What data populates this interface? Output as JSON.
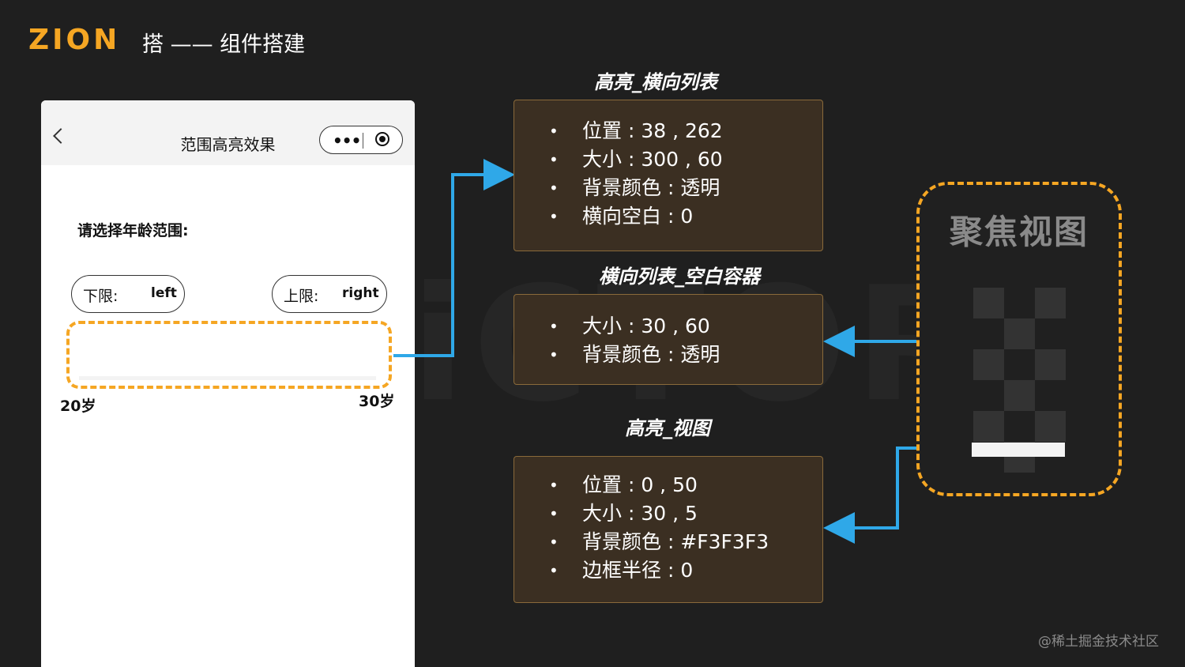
{
  "header": {
    "logo": "ZION",
    "title": "搭 —— 组件搭建"
  },
  "watermark": "iCTOR",
  "phone": {
    "nav_title": "范围高亮效果",
    "capsule_dots": "•••",
    "prompt": "请选择年龄范围:",
    "lower": {
      "label": "下限:",
      "value": "left"
    },
    "upper": {
      "label": "上限:",
      "value": "right"
    },
    "min_label": "20岁",
    "max_label": "30岁"
  },
  "boxes": [
    {
      "title": "高亮_横向列表",
      "items": [
        "位置 : 38 , 262",
        "大小 : 300 , 60",
        "背景颜色 : 透明",
        "横向空白 : 0"
      ]
    },
    {
      "title": "横向列表_空白容器",
      "items": [
        "大小 : 30 , 60",
        "背景颜色 : 透明"
      ]
    },
    {
      "title": "高亮_视图",
      "items": [
        "位置 : 0 , 50",
        "大小 : 30 , 5",
        "背景颜色 : #F3F3F3",
        "边框半径 : 0"
      ]
    }
  ],
  "focus": {
    "title": "聚焦视图"
  },
  "credit": "@稀土掘金技术社区",
  "colors": {
    "accent": "#f5a623",
    "arrow": "#2fa8e8",
    "box_bg": "#3b2f22",
    "page_bg": "#1f1f1f"
  }
}
